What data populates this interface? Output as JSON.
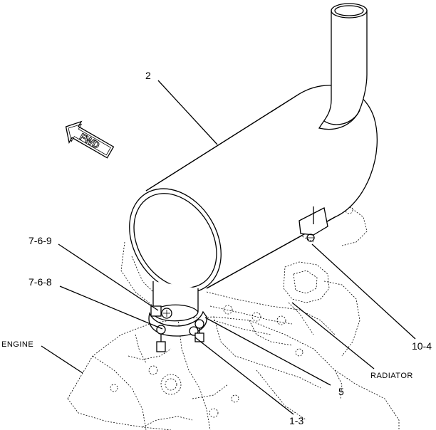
{
  "diagram": {
    "fwd_label": "FWD",
    "callouts": {
      "muffler": "2",
      "clamp_bolt": "7-6-9",
      "clamp_nut": "7-6-8",
      "mount_bolt": "1-3",
      "gasket": "5",
      "bracket_bolt": "10-4"
    },
    "context_labels": {
      "engine": "ENGINE",
      "radiator": "RADIATOR"
    }
  }
}
